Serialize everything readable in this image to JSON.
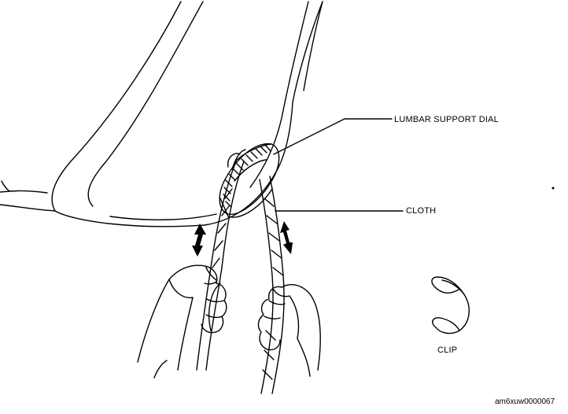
{
  "labels": {
    "lumbar_support_dial": "LUMBAR SUPPORT DIAL",
    "cloth": "CLOTH",
    "clip": "CLIP",
    "figure_id": "am6xuw0000067"
  }
}
